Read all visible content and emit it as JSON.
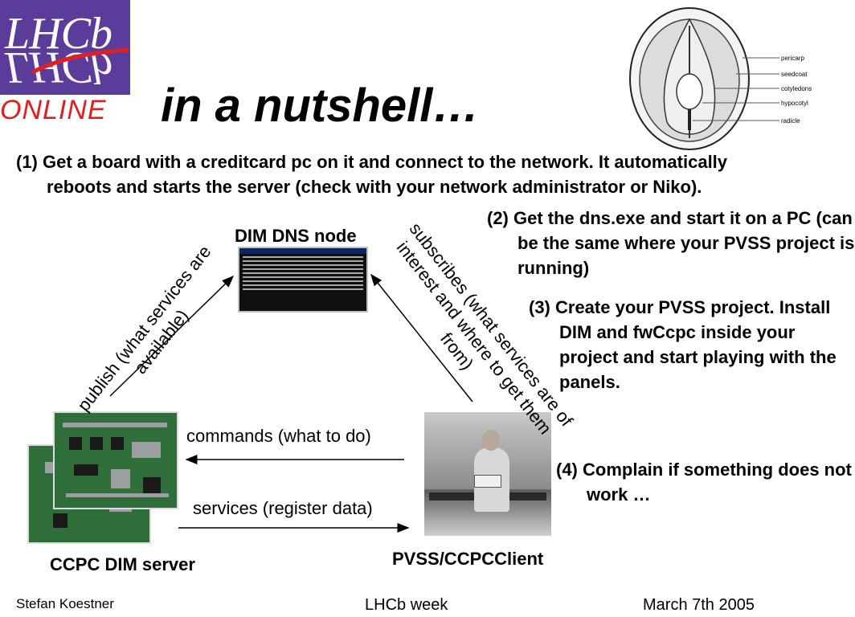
{
  "logo": {
    "text": "LHCb",
    "subtitle": "ONLINE"
  },
  "title": "in a nutshell…",
  "seed_diagram": {
    "labels": [
      "pericarp",
      "seedcoat",
      "cotyledons",
      "hypocotyl",
      "radicle"
    ]
  },
  "steps": {
    "step1": "(1) Get a board with a creditcard pc on it and connect to the network. It automatically reboots and starts the server (check with your network administrator or Niko).",
    "step2": "(2) Get the dns.exe and start it on a PC (can be the same where your PVSS project is running)",
    "step3": "(3) Create your PVSS project. Install DIM and fwCcpc inside your project and start playing with the panels.",
    "step4": "(4) Complain if something does not work …"
  },
  "diagram": {
    "dns_node_label": "DIM DNS node",
    "server_label": "CCPC DIM server",
    "client_label": "PVSS/CCPCClient",
    "publish_label": "publish (what services are  available)",
    "subscribes_label": "subscribes (what services are of interest and where to get them from)",
    "commands_label": "commands (what to do)",
    "services_label": "services (register data)"
  },
  "footer": {
    "author": "Stefan Koestner",
    "event": "LHCb week",
    "date": "March 7th 2005"
  }
}
